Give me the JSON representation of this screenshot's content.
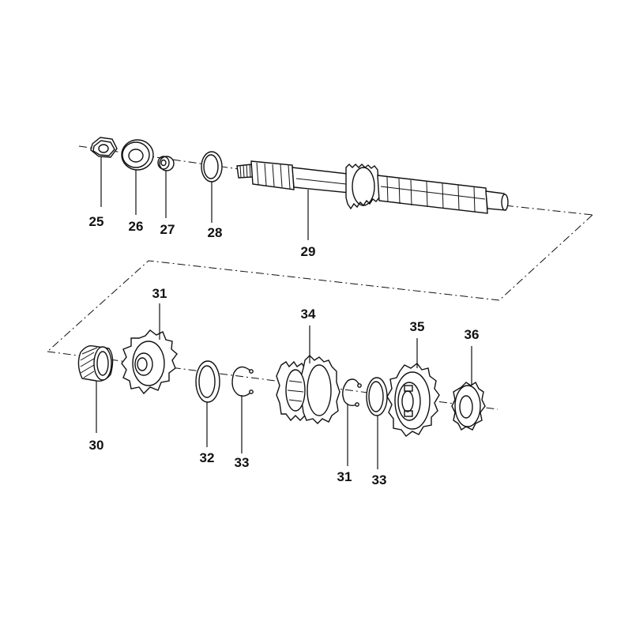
{
  "labels": {
    "p25": "25",
    "p26": "26",
    "p27": "27",
    "p28": "28",
    "p29": "29",
    "p30": "30",
    "p31a": "31",
    "p31b": "31",
    "p32": "32",
    "p33a": "33",
    "p33b": "33",
    "p34": "34",
    "p35": "35",
    "p36": "36"
  }
}
